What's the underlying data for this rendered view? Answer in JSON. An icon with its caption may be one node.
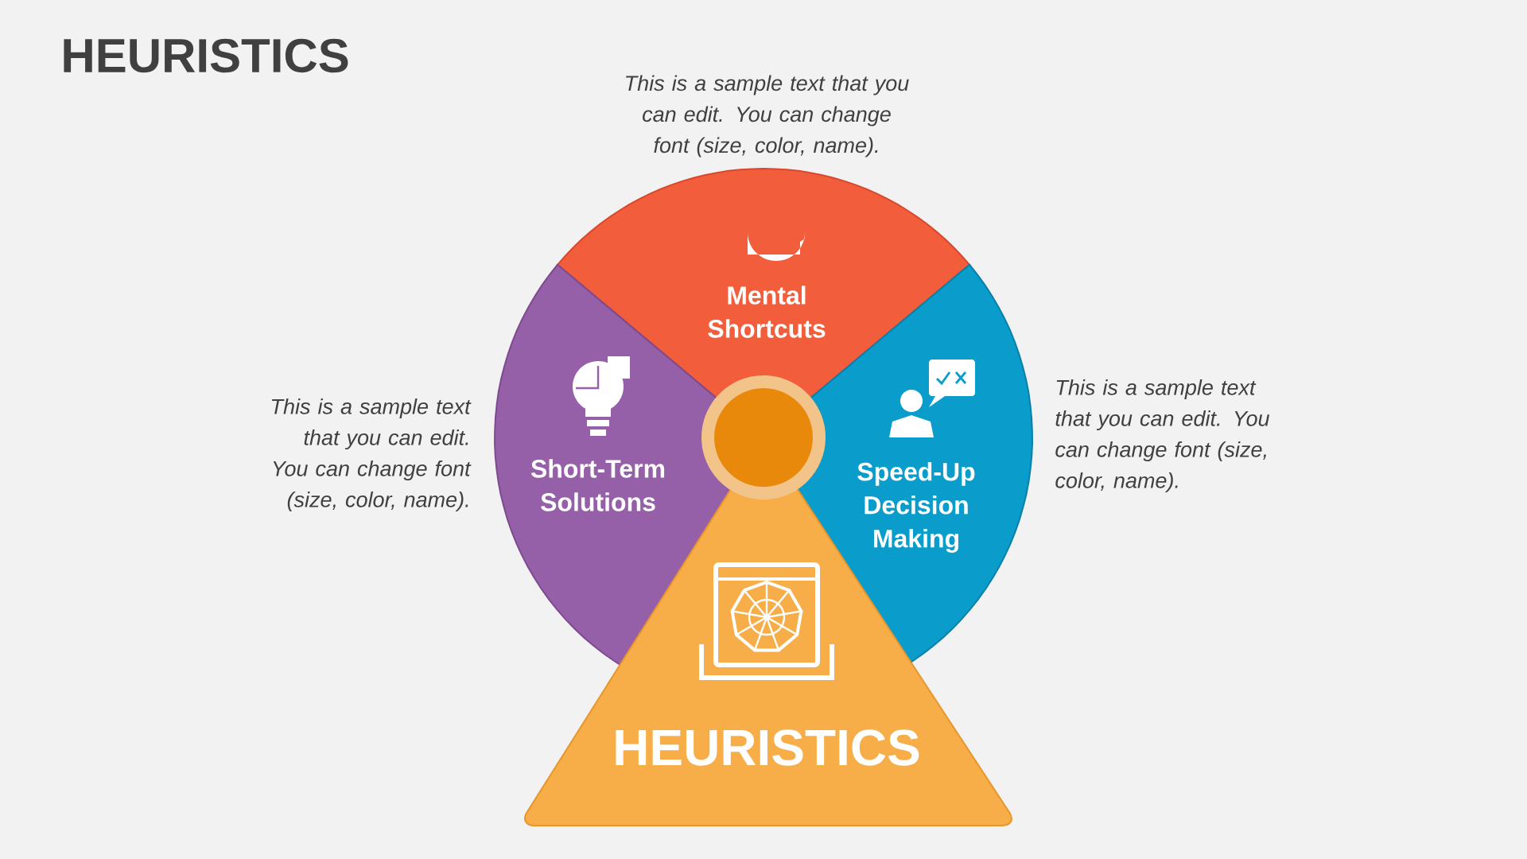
{
  "diagram": {
    "title": "HEURISTICS",
    "nodes": [
      {
        "text": [
          "Mental Shortcuts"
        ],
        "beside": [
          "This is a sample text that you can edit. You can change font (size, color, name)."
        ]
      },
      {
        "text": [
          "Short-Term Solutions"
        ],
        "beside": [
          "This is a sample text that you can edit. You can change font (size, color, name)."
        ]
      },
      {
        "text": [
          "Speed-Up Decision Making"
        ],
        "beside": [
          "This is a sample text that you can edit. You can change font (size, color, name)."
        ]
      },
      {
        "text": [
          "HEURISTICS"
        ]
      },
      {
        "text": [],
        "shape": "circle"
      }
    ]
  }
}
